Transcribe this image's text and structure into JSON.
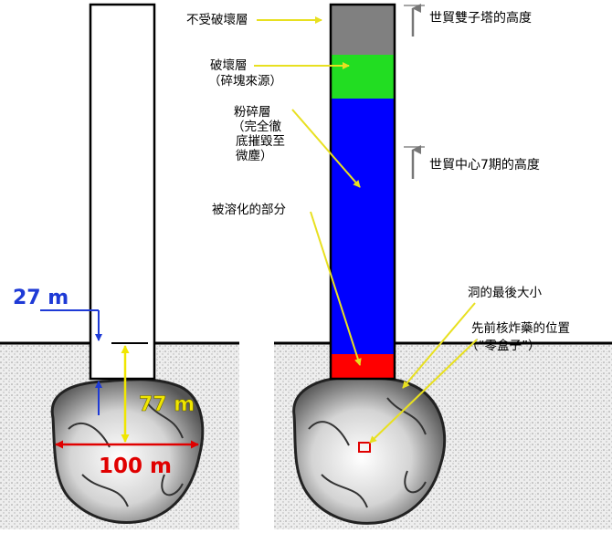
{
  "left_panel": {
    "dim_top": "27 m",
    "dim_side": "77 m",
    "dim_width": "100 m"
  },
  "right_panel": {
    "labels": {
      "undamaged_layer": "不受破壞層",
      "damaged_layer_l1": "破壞層",
      "damaged_layer_l2": "（碎塊來源）",
      "pulverized_layer_l1": "粉碎層",
      "pulverized_layer_l2": "（完全徹",
      "pulverized_layer_l3": "底摧毀至",
      "pulverized_layer_l4": "微塵）",
      "melted_part": "被溶化的部分",
      "final_hole_size": "洞的最後大小",
      "bomb_position_l1": "先前核炸藥的位置",
      "bomb_position_l2": "（“零盒子”）"
    },
    "height_markers": {
      "wtc_twin_towers": "世貿雙子塔的高度",
      "wtc7": "世貿中心7期的高度"
    }
  },
  "colors": {
    "gray_layer": "#808080",
    "green_layer": "#22dd22",
    "blue_layer": "#0000ff",
    "red_layer": "#ff0000",
    "callout_arrow": "#e8e020",
    "dim_blue": "#1e3ad6",
    "dim_yellow": "#f0e600",
    "dim_red": "#e00000"
  }
}
